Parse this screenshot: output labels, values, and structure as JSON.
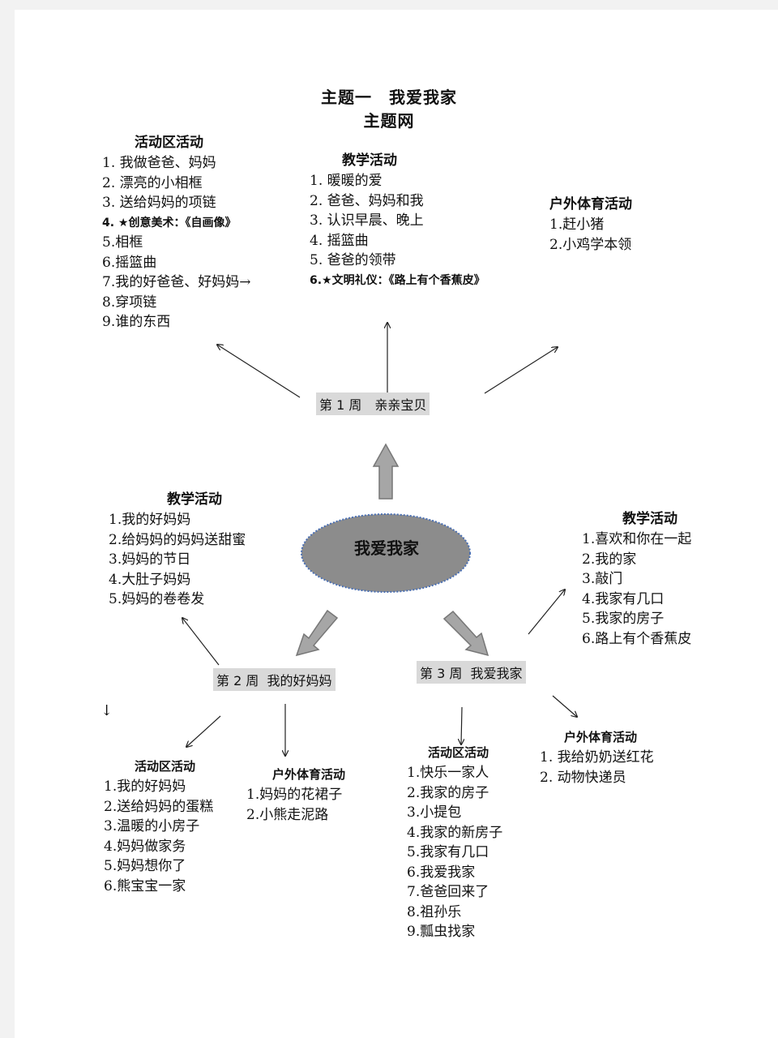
{
  "title": "主题一　我爱我家",
  "subtitle": "主题网",
  "center": "我爱我家",
  "week1": {
    "label": "第 1 周　亲亲宝贝",
    "area": {
      "heading": "活动区活动",
      "items": [
        "1. 我做爸爸、妈妈",
        "2. 漂亮的小相框",
        "3. 送给妈妈的项链",
        "4. ★创意美术：《自画像》",
        "5.相框",
        "6.摇篮曲",
        "7.我的好爸爸、好妈妈→",
        "8.穿项链",
        "9.谁的东西"
      ]
    },
    "teaching": {
      "heading": "教学活动",
      "items": [
        "1. 暖暖的爱",
        "2. 爸爸、妈妈和我",
        "3. 认识早晨、晚上",
        "4. 摇篮曲",
        "5. 爸爸的领带",
        "6.★文明礼仪：《路上有个香蕉皮》"
      ]
    },
    "outdoor": {
      "heading": "户外体育活动",
      "items": [
        "1.赶小猪",
        "2.小鸡学本领"
      ]
    }
  },
  "week2": {
    "label": "第 2 周  我的好妈妈",
    "teaching": {
      "heading": "教学活动",
      "items": [
        "1.我的好妈妈",
        "2.给妈妈的妈妈送甜蜜",
        "3.妈妈的节日",
        "4.大肚子妈妈",
        "5.妈妈的卷卷发"
      ]
    },
    "area": {
      "heading": "活动区活动",
      "items": [
        "1.我的好妈妈",
        "2.送给妈妈的蛋糕",
        "3.温暖的小房子",
        "4.妈妈做家务",
        "5.妈妈想你了",
        "6.熊宝宝一家"
      ]
    },
    "outdoor": {
      "heading": "户外体育活动",
      "items": [
        "1.妈妈的花裙子",
        "2.小熊走泥路"
      ]
    }
  },
  "week3": {
    "label": "第 3 周  我爱我家",
    "teaching": {
      "heading": "教学活动",
      "items": [
        "1.喜欢和你在一起",
        "2.我的家",
        "3.敲门",
        "4.我家有几口",
        "5.我家的房子",
        "6.路上有个香蕉皮"
      ]
    },
    "area": {
      "heading": "活动区活动",
      "items": [
        "1.快乐一家人",
        "2.我家的房子",
        "3.小提包",
        "4.我家的新房子",
        "5.我家有几口",
        "6.我爱我家",
        "7.爸爸回来了",
        "8.祖孙乐",
        "9.瓢虫找家"
      ]
    },
    "outdoor": {
      "heading": "户外体育活动",
      "items": [
        "1. 我给奶奶送红花",
        "2. 动物快递员"
      ]
    }
  },
  "stray_arrow": "↓",
  "colors": {
    "ellipse_fill": "#8c8c8c",
    "ellipse_stroke": "#4a6fb3",
    "big_arrow": "#a6a6a6",
    "week_bg": "#d9d9d9"
  }
}
